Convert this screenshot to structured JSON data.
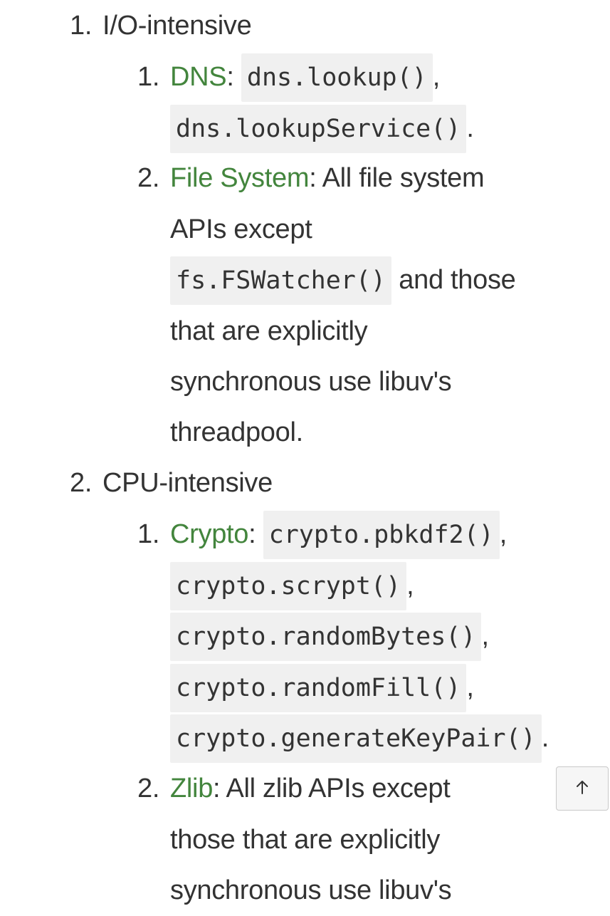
{
  "list": {
    "item1": {
      "number": "1.",
      "label": "I/O-intensive",
      "sub1": {
        "number": "1.",
        "link": "DNS",
        "colon": ":",
        "code1": "dns.lookup()",
        "sep1": ",",
        "code2": "dns.lookupService()",
        "end": "."
      },
      "sub2": {
        "number": "2.",
        "link": "File System",
        "text_a": ": All file system",
        "text_b": "APIs except",
        "code1": "fs.FSWatcher()",
        "text_c": " and those",
        "text_d": "that are explicitly",
        "text_e": "synchronous use libuv's",
        "text_f": "threadpool."
      }
    },
    "item2": {
      "number": "2.",
      "label": "CPU-intensive",
      "sub1": {
        "number": "1.",
        "link": "Crypto",
        "colon": ":",
        "code1": "crypto.pbkdf2()",
        "code2": "crypto.scrypt()",
        "code3": "crypto.randomBytes()",
        "code4": "crypto.randomFill()",
        "code5": "crypto.generateKeyPair()",
        "comma": ",",
        "end": "."
      },
      "sub2": {
        "number": "2.",
        "link": "Zlib",
        "text_a": ": All zlib APIs except",
        "text_b": "those that are explicitly",
        "text_c": "synchronous use libuv's"
      }
    }
  },
  "scroll_top_icon": "arrow-up-icon",
  "colors": {
    "link": "#43853d",
    "text": "#333333",
    "code_bg": "#f0f0f0"
  }
}
